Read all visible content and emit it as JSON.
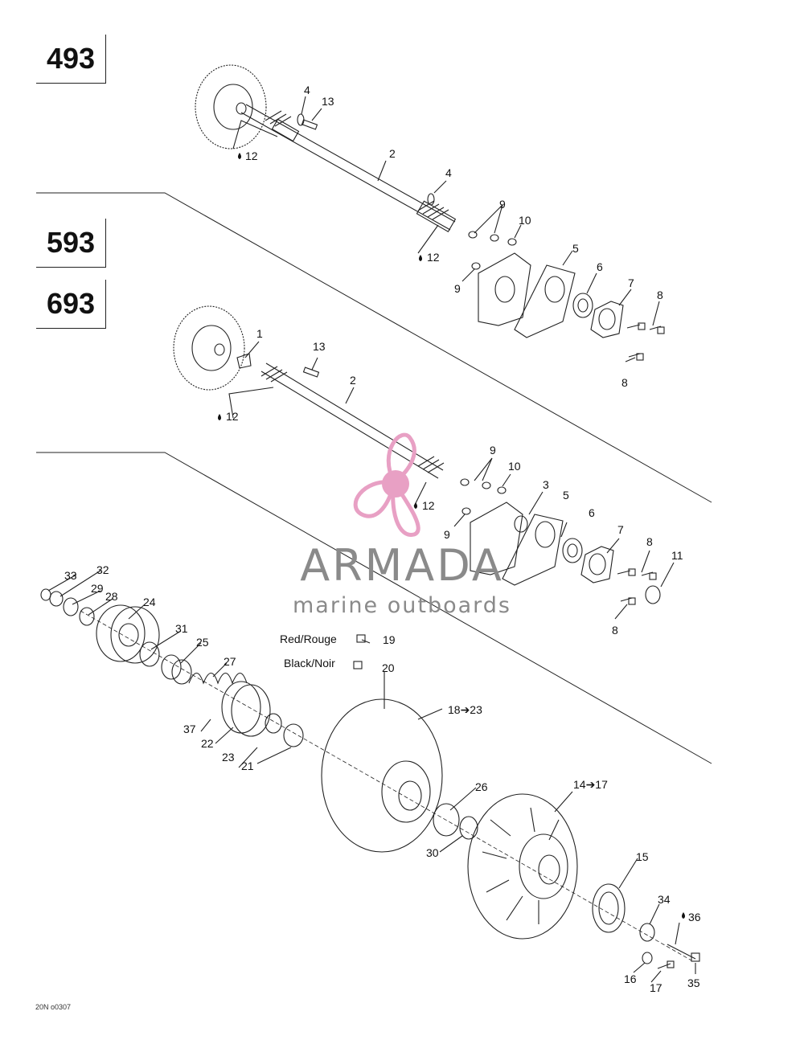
{
  "models": [
    "493",
    "593",
    "693"
  ],
  "notes": {
    "red": "Red/Rouge",
    "black": "Black/Noir"
  },
  "callouts": {
    "s1_p4a": "4",
    "s1_p13": "13",
    "s1_p12a": "12",
    "s1_p2": "2",
    "s1_p4b": "4",
    "s1_p9a": "9",
    "s1_p10": "10",
    "s1_p12b": "12",
    "s1_p9b": "9",
    "s1_p5": "5",
    "s1_p6": "6",
    "s1_p7": "7",
    "s1_p8a": "8",
    "s1_p8b": "8",
    "s2_p1": "1",
    "s2_p13": "13",
    "s2_p2": "2",
    "s2_p12a": "12",
    "s2_p9a": "9",
    "s2_p10": "10",
    "s2_p12b": "12",
    "s2_p9b": "9",
    "s2_p3": "3",
    "s2_p5": "5",
    "s2_p6": "6",
    "s2_p7": "7",
    "s2_p8a": "8",
    "s2_p11": "11",
    "s2_p8b": "8",
    "s3_p33": "33",
    "s3_p32": "32",
    "s3_p29": "29",
    "s3_p28": "28",
    "s3_p24": "24",
    "s3_p31": "31",
    "s3_p25": "25",
    "s3_p27": "27",
    "s3_p19": "19",
    "s3_p20": "20",
    "s3_p18": "18➔23",
    "s3_p37": "37",
    "s3_p22": "22",
    "s3_p23": "23",
    "s3_p21": "21",
    "s3_p26": "26",
    "s3_p30": "30",
    "s3_p14": "14➔17",
    "s3_p15": "15",
    "s3_p34": "34",
    "s3_p36": "36",
    "s3_p16": "16",
    "s3_p17": "17",
    "s3_p35": "35"
  },
  "watermark": {
    "name": "ARMADA",
    "subtitle": "marine outboards",
    "accent": "#e8a0c4",
    "text_color": "#8a8a8a"
  },
  "drawing_code": "20N o0307"
}
